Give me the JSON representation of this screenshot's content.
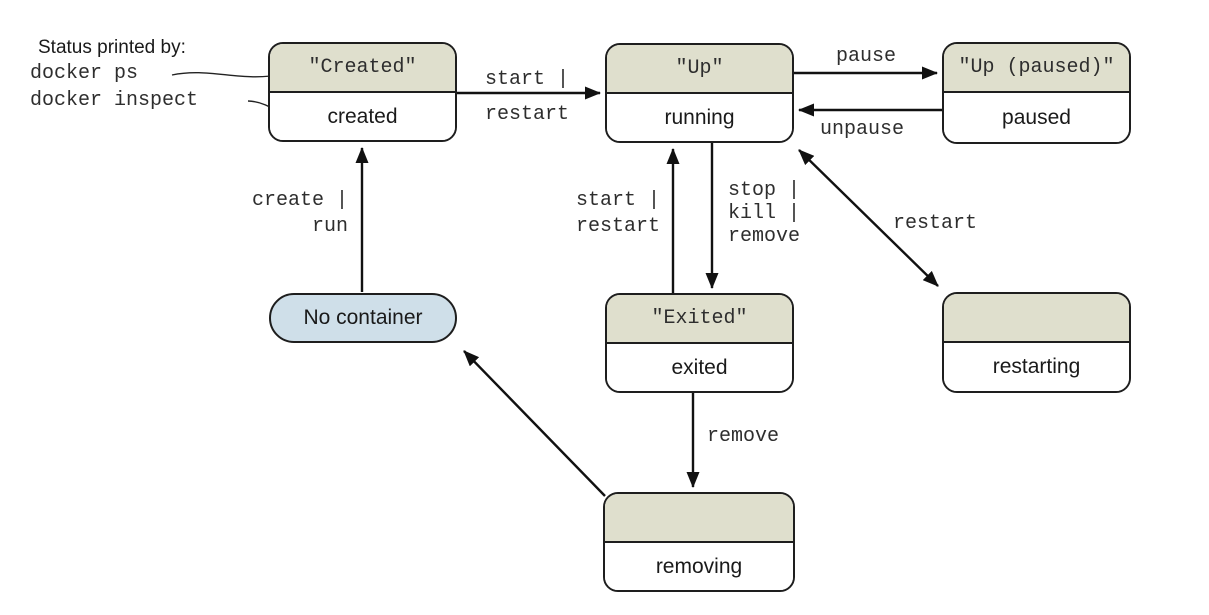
{
  "annotation": {
    "title": "Status printed by:",
    "command1": "docker ps",
    "command2": "docker inspect"
  },
  "states": {
    "created": {
      "status": "\"Created\"",
      "state": "created"
    },
    "running": {
      "status": "\"Up\"",
      "state": "running"
    },
    "paused": {
      "status": "\"Up (paused)\"",
      "state": "paused"
    },
    "exited": {
      "status": "\"Exited\"",
      "state": "exited"
    },
    "restarting": {
      "status": "",
      "state": "restarting"
    },
    "removing": {
      "status": "",
      "state": "removing"
    }
  },
  "no_container": {
    "label": "No container"
  },
  "edges": {
    "start_restart_top": "start |\nrestart",
    "pause": "pause",
    "unpause": "unpause",
    "create_run": "create |\nrun",
    "start_restart_exited": "start |\nrestart",
    "stop_kill_remove": "stop |\nkill |\nremove",
    "restart_diagonal": "restart",
    "remove": "remove"
  },
  "colors": {
    "state_header_fill": "#dfdfcd",
    "state_body_fill": "#ffffff",
    "no_container_fill": "#cfdfe9",
    "border": "#1e1e1e",
    "arrow": "#111111"
  }
}
